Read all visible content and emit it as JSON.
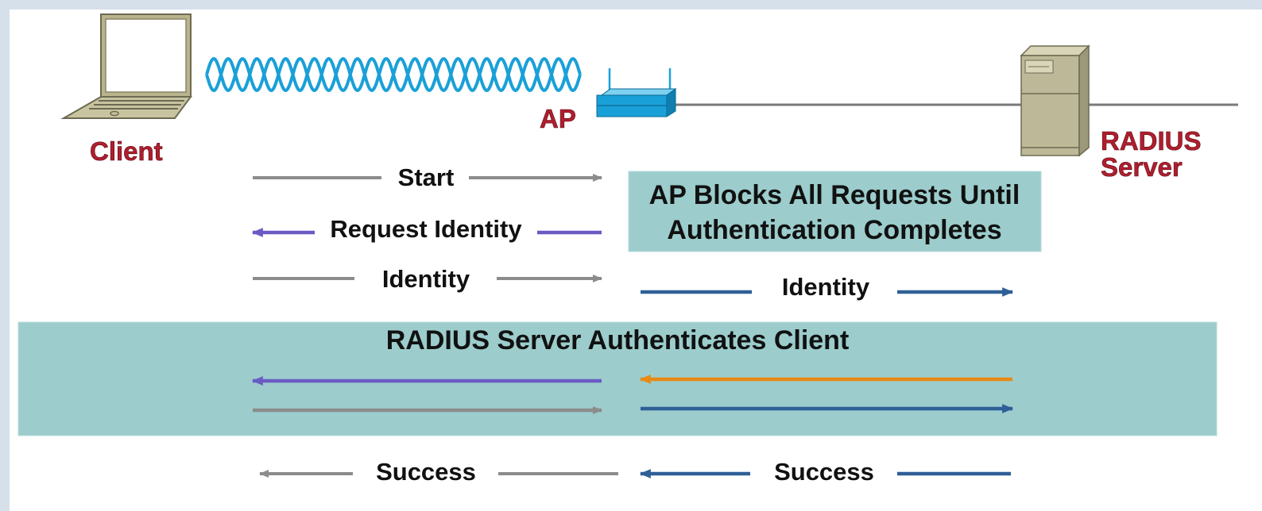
{
  "devices": {
    "client": {
      "label": "Client",
      "icon": "laptop-icon"
    },
    "ap": {
      "label": "AP",
      "icon": "access-point-icon"
    },
    "server": {
      "label_line1": "RADIUS",
      "label_line2": "Server",
      "icon": "server-tower-icon"
    }
  },
  "wireless_link": {
    "icon": "wireless-wave-icon"
  },
  "notes": {
    "ap_block_line1": "AP Blocks All Requests Until",
    "ap_block_line2": "Authentication Completes",
    "radius_auth": "RADIUS Server Authenticates Client"
  },
  "messages": {
    "start": "Start",
    "request_identity": "Request Identity",
    "identity_client": "Identity",
    "identity_server": "Identity",
    "success_client": "Success",
    "success_server": "Success"
  },
  "colors": {
    "device_label": "#b01e2e",
    "panel_fill": "#9ccccc",
    "arrow_gray": "#8c8c8c",
    "arrow_purple": "#6a5bc4",
    "arrow_blue": "#2f5f96",
    "arrow_orange": "#e88a14",
    "ap_body": "#1aa0d8",
    "wave": "#1aa0d8"
  }
}
